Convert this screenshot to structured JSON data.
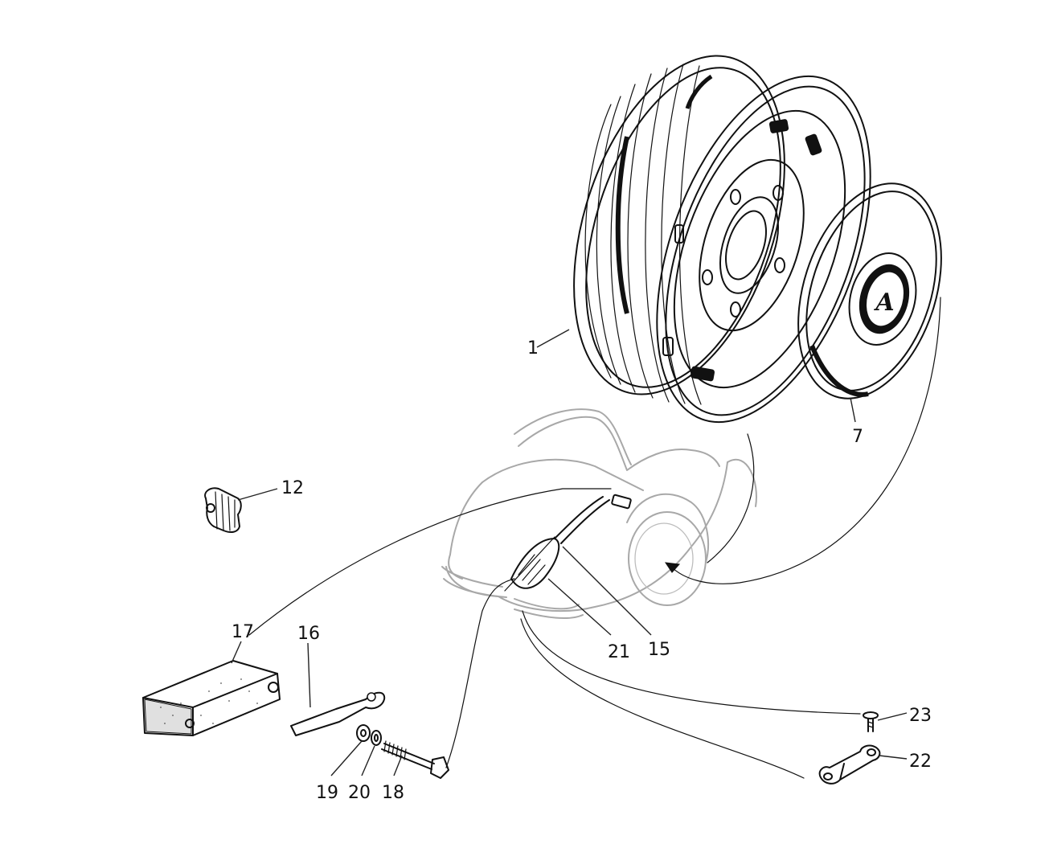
{
  "callouts": {
    "c1": "1",
    "c7": "7",
    "c12": "12",
    "c15": "15",
    "c16": "16",
    "c17": "17",
    "c18": "18",
    "c19": "19",
    "c20": "20",
    "c21": "21",
    "c22": "22",
    "c23": "23"
  },
  "hubcap_emblem": "A"
}
